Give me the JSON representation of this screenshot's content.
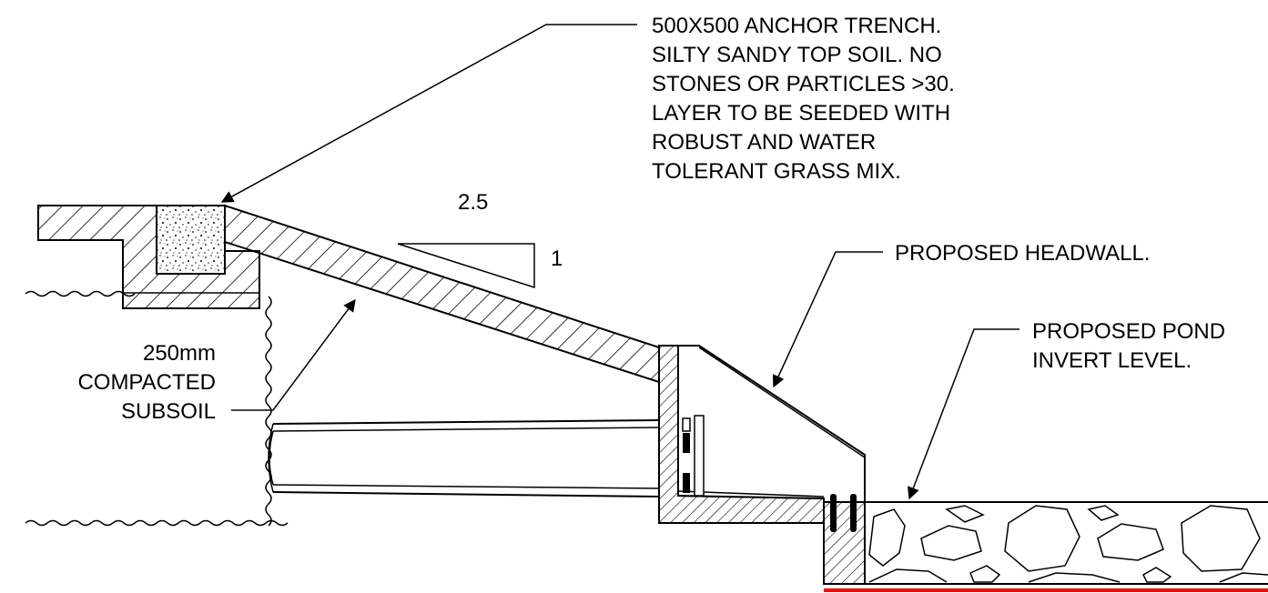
{
  "annotations": {
    "anchor_trench": [
      "500X500 ANCHOR TRENCH.",
      "SILTY SANDY TOP SOIL. NO",
      "STONES OR PARTICLES >30.",
      "LAYER TO BE SEEDED WITH",
      "ROBUST AND WATER",
      "TOLERANT GRASS MIX."
    ],
    "slope_run": "2.5",
    "slope_rise": "1",
    "headwall": "PROPOSED HEADWALL.",
    "pond_invert": [
      "PROPOSED POND",
      "INVERT LEVEL."
    ],
    "subsoil": [
      "250mm",
      "COMPACTED",
      "SUBSOIL"
    ]
  },
  "colors": {
    "linework": "#000000",
    "background": "#ffffff",
    "invert_line": "#ff0000"
  }
}
